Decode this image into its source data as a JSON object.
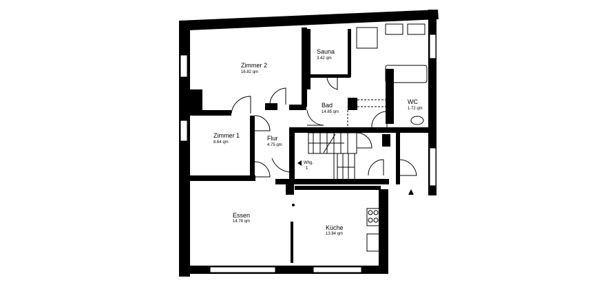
{
  "rooms": {
    "zimmer2": {
      "name": "Zimmer 2",
      "area": "16.82 qm"
    },
    "sauna": {
      "name": "Sauna",
      "area": "3.42 qm"
    },
    "bad": {
      "name": "Bad",
      "area": "14.85 qm"
    },
    "wc": {
      "name": "WC",
      "area": "1.72 qm"
    },
    "zimmer1": {
      "name": "Zimmer 1",
      "area": "8.64 qm"
    },
    "flur": {
      "name": "Flur",
      "area": "4.75 qm"
    },
    "whg": {
      "name": "Whg.",
      "area": "1"
    },
    "essen": {
      "name": "Essen",
      "area": "14.78 qm"
    },
    "kueche": {
      "name": "Küche",
      "area": "13.84 qm"
    }
  }
}
